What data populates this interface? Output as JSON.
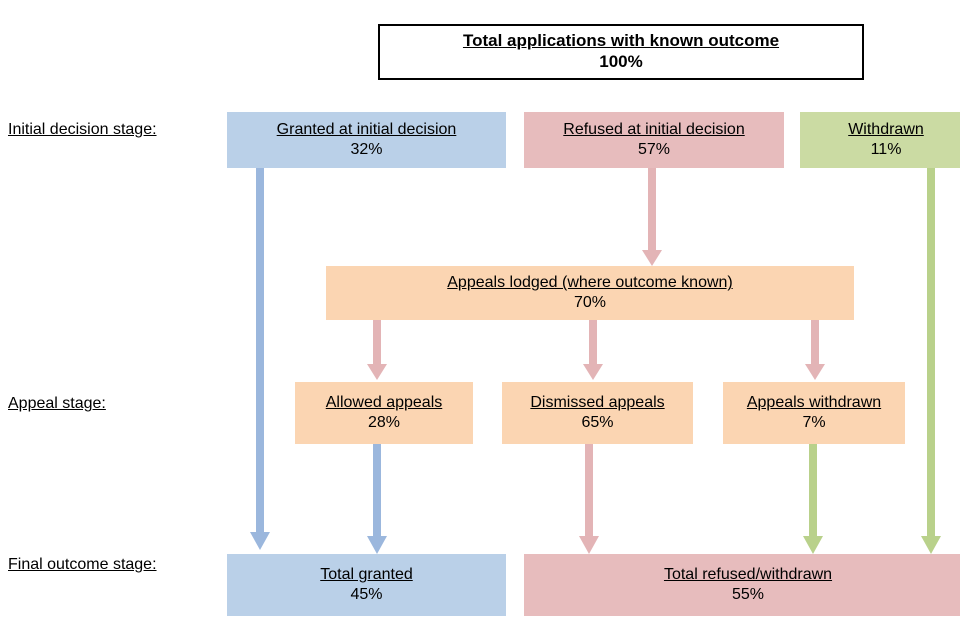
{
  "diagram": {
    "title_box": {
      "name": "total-applications-box",
      "title": "Total applications with known outcome",
      "value": "100%"
    },
    "stage_labels": [
      {
        "name": "stage-label-initial-decision",
        "text": "Initial decision stage:"
      },
      {
        "name": "stage-label-appeal",
        "text": "Appeal stage:"
      },
      {
        "name": "stage-label-final-outcome",
        "text": "Final outcome stage:"
      }
    ],
    "initial_decision_boxes": [
      {
        "name": "granted-at-initial-decision-box",
        "title": "Granted at initial decision",
        "value": "32%",
        "color": "#bad0e8"
      },
      {
        "name": "refused-at-initial-decision-box",
        "title": "Refused at initial decision",
        "value": "57%",
        "color": "#e7bcbd"
      },
      {
        "name": "withdrawn-box",
        "title": "Withdrawn",
        "value": "11%",
        "color": "#cbdba3"
      }
    ],
    "appeals_lodged_box": {
      "name": "appeals-lodged-box",
      "title": "Appeals lodged (where outcome known)",
      "value": "70%",
      "color": "#fbd5b2"
    },
    "appeal_stage_boxes": [
      {
        "name": "allowed-appeals-box",
        "title": "Allowed appeals",
        "value": "28%",
        "color": "#fbd5b2"
      },
      {
        "name": "dismissed-appeals-box",
        "title": "Dismissed appeals",
        "value": "65%",
        "color": "#fbd5b2"
      },
      {
        "name": "appeals-withdrawn-box",
        "title": "Appeals withdrawn",
        "value": "7%",
        "color": "#fbd5b2"
      }
    ],
    "final_outcome_boxes": [
      {
        "name": "total-granted-box",
        "title": "Total granted",
        "value": "45%",
        "color": "#bad0e8"
      },
      {
        "name": "total-refused-withdrawn-box",
        "title": "Total refused/withdrawn",
        "value": "55%",
        "color": "#e7bcbd"
      }
    ],
    "arrow_colors": {
      "blue": "#9bb7dd",
      "pink": "#e3b4b6",
      "green": "#b9d18b"
    }
  },
  "chart_data": {
    "type": "diagram",
    "title": "Total applications with known outcome",
    "nodes": [
      {
        "id": "total",
        "label": "Total applications with known outcome",
        "value": "100%",
        "stage": "top"
      },
      {
        "id": "granted_initial",
        "label": "Granted at initial decision",
        "value": "32%",
        "stage": "Initial decision stage:"
      },
      {
        "id": "refused_initial",
        "label": "Refused at initial decision",
        "value": "57%",
        "stage": "Initial decision stage:"
      },
      {
        "id": "withdrawn",
        "label": "Withdrawn",
        "value": "11%",
        "stage": "Initial decision stage:"
      },
      {
        "id": "appeals_lodged",
        "label": "Appeals lodged (where outcome known)",
        "value": "70%",
        "stage": "between"
      },
      {
        "id": "allowed_appeals",
        "label": "Allowed appeals",
        "value": "28%",
        "stage": "Appeal stage:"
      },
      {
        "id": "dismissed_appeals",
        "label": "Dismissed appeals",
        "value": "65%",
        "stage": "Appeal stage:"
      },
      {
        "id": "appeals_withdrawn",
        "label": "Appeals withdrawn",
        "value": "7%",
        "stage": "Appeal stage:"
      },
      {
        "id": "total_granted",
        "label": "Total granted",
        "value": "45%",
        "stage": "Final outcome stage:"
      },
      {
        "id": "total_refused_withdrawn",
        "label": "Total refused/withdrawn",
        "value": "55%",
        "stage": "Final outcome stage:"
      }
    ],
    "edges": [
      {
        "from": "granted_initial",
        "to": "total_granted",
        "color": "#9bb7dd"
      },
      {
        "from": "refused_initial",
        "to": "appeals_lodged",
        "color": "#e3b4b6"
      },
      {
        "from": "appeals_lodged",
        "to": "allowed_appeals",
        "color": "#e3b4b6"
      },
      {
        "from": "appeals_lodged",
        "to": "dismissed_appeals",
        "color": "#e3b4b6"
      },
      {
        "from": "appeals_lodged",
        "to": "appeals_withdrawn",
        "color": "#e3b4b6"
      },
      {
        "from": "allowed_appeals",
        "to": "total_granted",
        "color": "#9bb7dd"
      },
      {
        "from": "dismissed_appeals",
        "to": "total_refused_withdrawn",
        "color": "#e3b4b6"
      },
      {
        "from": "appeals_withdrawn",
        "to": "total_refused_withdrawn",
        "color": "#b9d18b"
      },
      {
        "from": "withdrawn",
        "to": "total_refused_withdrawn",
        "color": "#b9d18b"
      }
    ]
  }
}
